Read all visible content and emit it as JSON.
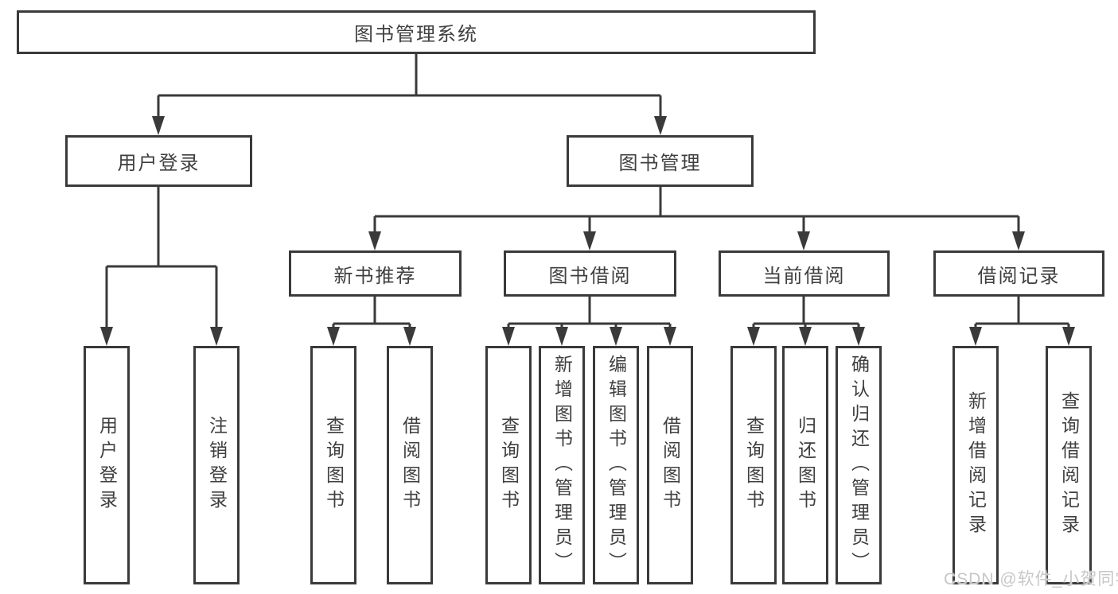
{
  "diagram": {
    "root": "图书管理系统",
    "level2": [
      "用户登录",
      "图书管理"
    ],
    "level3": [
      "新书推荐",
      "图书借阅",
      "当前借阅",
      "借阅记录"
    ],
    "login_children": [
      "用户登录",
      "注销登录"
    ],
    "recommend_children": [
      "查询图书",
      "借阅图书"
    ],
    "borrow_children": [
      "查询图书",
      "新增图书（管理员）",
      "编辑图书（管理员）",
      "借阅图书"
    ],
    "current_children": [
      "查询图书",
      "归还图书",
      "确认归还（管理员）"
    ],
    "record_children": [
      "新增借阅记录",
      "查询借阅记录"
    ],
    "watermark": "CSDN @软件_小贺同学",
    "colors": {
      "line": "#3a3a3a",
      "text": "#3f3f3f",
      "background": "#ffffff",
      "watermark": "#c7c7c7"
    }
  }
}
